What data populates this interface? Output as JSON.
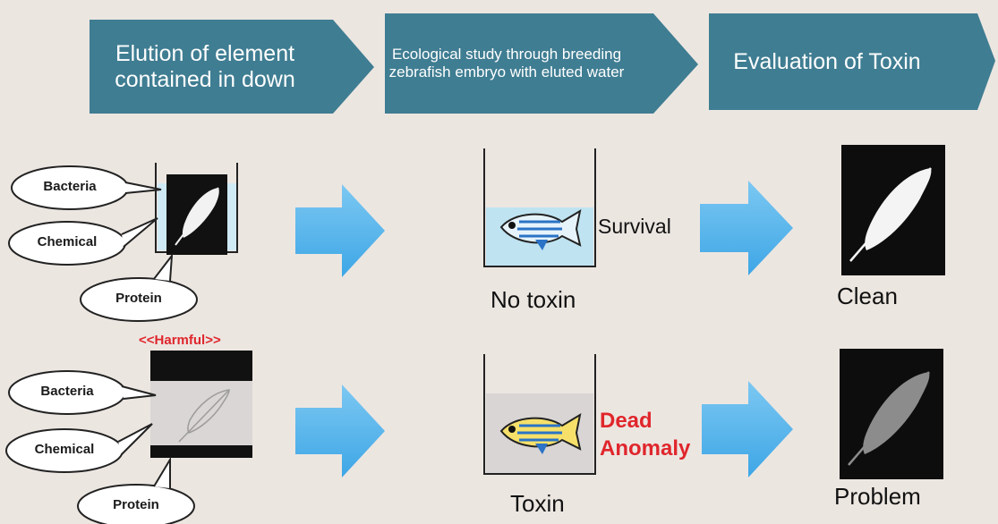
{
  "headers": {
    "step1": "Elution of element contained in down",
    "step2": "Ecological study through breeding zebrafish embryo with eluted water",
    "step3": "Evaluation of Toxin"
  },
  "row1": {
    "bubbles": [
      "Bacteria",
      "Chemical",
      "Protein"
    ],
    "fish_result": "Survival",
    "water_label": "No toxin",
    "evaluation": "Clean"
  },
  "row2": {
    "harmful_label": "<<Harmful>>",
    "bubbles": [
      "Bacteria",
      "Chemical",
      "Protein"
    ],
    "fish_result_1": "Dead",
    "fish_result_2": "Anomaly",
    "water_label": "Toxin",
    "evaluation": "Problem"
  },
  "colors": {
    "header": "#3f7d92",
    "arrow": "#4fb0e8",
    "clean_water": "#bfe3f1",
    "toxic_water": "#d9d5d5",
    "harmful_text": "#e0262c"
  }
}
